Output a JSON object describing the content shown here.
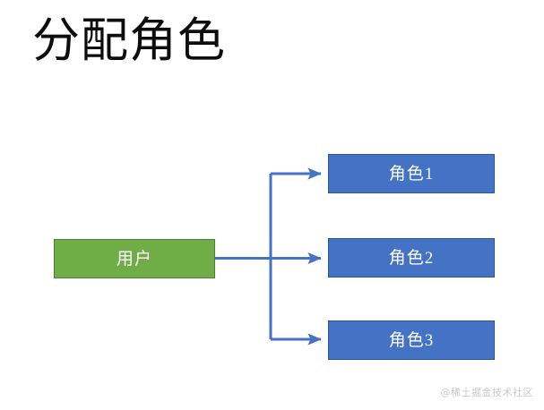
{
  "slide": {
    "title": "分配角色",
    "background_color": "#ffffff",
    "watermark": "@稀土掘金技术社区"
  },
  "diagram": {
    "type": "flow",
    "source_node": {
      "id": "user",
      "label": "用户",
      "fill_color": "#70AD47",
      "border_color": "#507E32",
      "text_color": "#ffffff"
    },
    "target_nodes": [
      {
        "id": "role-1",
        "label": "角色1",
        "fill_color": "#4472C4",
        "border_color": "#2F5597",
        "text_color": "#ffffff"
      },
      {
        "id": "role-2",
        "label": "角色2",
        "fill_color": "#4472C4",
        "border_color": "#2F5597",
        "text_color": "#ffffff"
      },
      {
        "id": "role-3",
        "label": "角色3",
        "fill_color": "#4472C4",
        "border_color": "#2F5597",
        "text_color": "#ffffff"
      }
    ],
    "connector": {
      "color": "#4472C4",
      "stroke_width": 3,
      "arrow_style": "filled-triangle",
      "branch_count": 3
    }
  }
}
